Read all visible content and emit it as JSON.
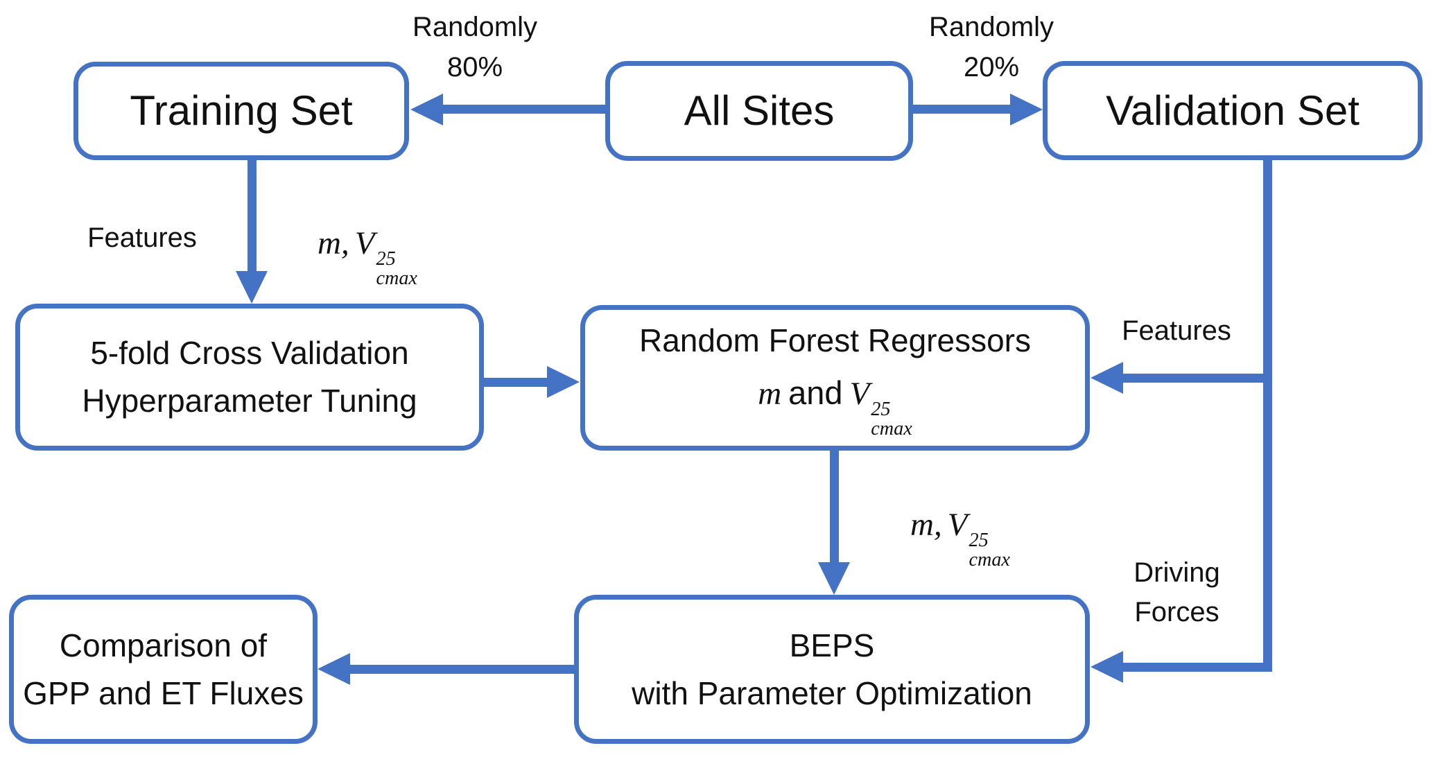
{
  "colors": {
    "accent": "#4472C4",
    "text": "#111111",
    "background": "#ffffff"
  },
  "nodes": {
    "all_sites": {
      "label": "All Sites"
    },
    "training_set": {
      "label": "Training Set"
    },
    "validation_set": {
      "label": "Validation Set"
    },
    "cross_validation": {
      "line1": "5-fold Cross Validation",
      "line2": "Hyperparameter Tuning"
    },
    "random_forest": {
      "line1": "Random Forest Regressors",
      "line2": {
        "m": "m",
        "and": "and",
        "V": "V",
        "sup": "25",
        "sub": "cmax"
      }
    },
    "beps": {
      "line1": "BEPS",
      "line2": "with Parameter Optimization"
    },
    "comparison": {
      "line1": "Comparison of",
      "line2": "GPP and ET Fluxes"
    }
  },
  "edge_labels": {
    "randomly_80": {
      "line1": "Randomly",
      "line2": "80%"
    },
    "randomly_20": {
      "line1": "Randomly",
      "line2": "20%"
    },
    "features_left": "Features",
    "features_right": "Features",
    "driving_forces": {
      "line1": "Driving",
      "line2": "Forces"
    },
    "params_top": {
      "lead": "m,",
      "V": "V",
      "sup": "25",
      "sub": "cmax"
    },
    "params_mid": {
      "lead": "m,",
      "V": "V",
      "sup": "25",
      "sub": "cmax"
    }
  }
}
